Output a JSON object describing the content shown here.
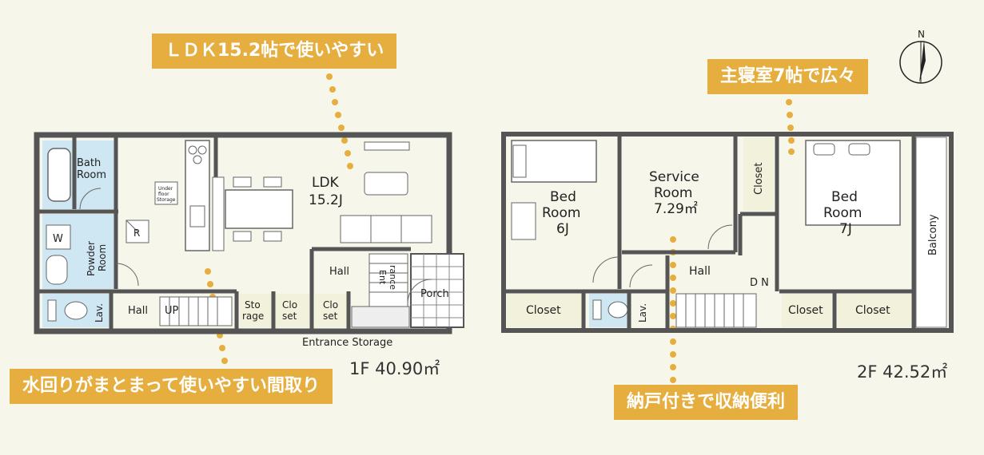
{
  "callouts": {
    "ldk": "ＬＤＫ15.2帖で使いやすい",
    "master": "主寝室7帖で広々",
    "water": "水回りがまとまって使いやすい間取り",
    "storage": "納戸付きで収納便利"
  },
  "floor1": {
    "area": "1F 40.90㎡",
    "rooms": {
      "bath1": "Bath",
      "bath2": "Room",
      "w": "W",
      "powder1": "Powder",
      "powder2": "Room",
      "underfloor1": "Under",
      "underfloor2": "floor",
      "underfloor3": "Storage",
      "r": "R",
      "ldk1": "LDK",
      "ldk2": "15.2J",
      "lav": "Lav.",
      "hall_up1": "Hall",
      "hall_up2": "UP",
      "storage1": "Sto",
      "storage2": "rage",
      "closet_a1": "Clo",
      "closet_a2": "set",
      "closet_b1": "Clo",
      "closet_b2": "set",
      "hall": "Hall",
      "entrance1": "Ent",
      "entrance2": "rance",
      "porch": "Porch",
      "entrance_storage": "Entrance Storage"
    }
  },
  "floor2": {
    "area": "2F 42.52㎡",
    "rooms": {
      "bed6_1": "Bed",
      "bed6_2": "Room",
      "bed6_3": "6J",
      "service1": "Service",
      "service2": "Room",
      "service3": "7.29㎡",
      "closet_v": "Closet",
      "bed7_1": "Bed",
      "bed7_2": "Room",
      "bed7_3": "7J",
      "balcony": "Balcony",
      "hall": "Hall",
      "dn": "D N",
      "closet1": "Closet",
      "lav": "Lav.",
      "closet2": "Closet",
      "closet3": "Closet"
    }
  },
  "compass": "N",
  "colors": {
    "callout": "#e6ae3f",
    "wall": "#555555",
    "wet": "#cfe7f2",
    "closet": "#f1f1dc",
    "background": "#f6f6ea",
    "dots": "#e6ae3f"
  }
}
